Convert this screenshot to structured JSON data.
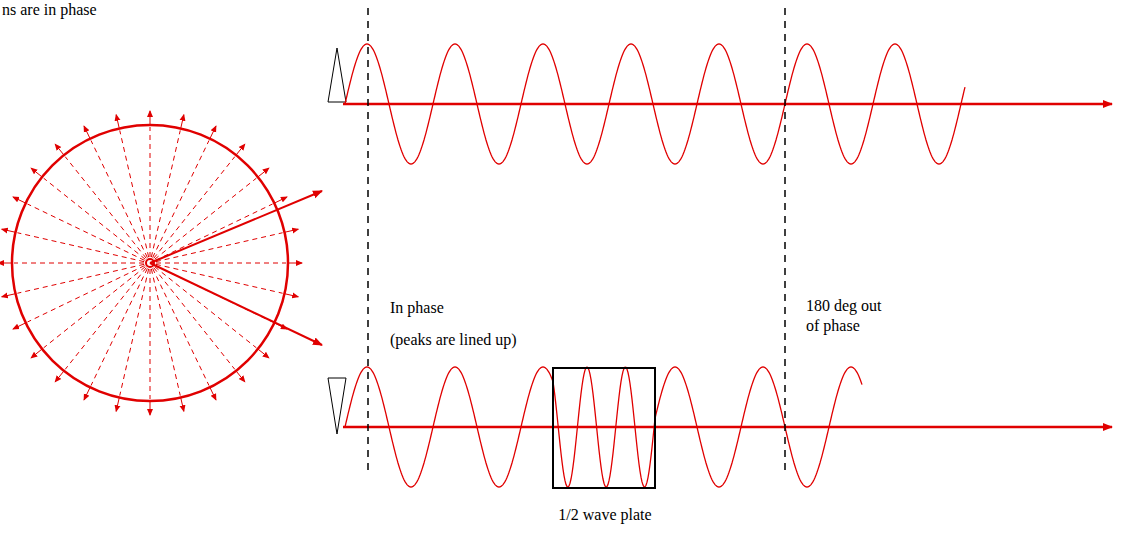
{
  "diagram": {
    "labels": [
      "ns are in phase",
      "In phase",
      "(peaks are lined up)",
      "180 deg out of phase",
      "1/2 wave plate"
    ]
  }
}
